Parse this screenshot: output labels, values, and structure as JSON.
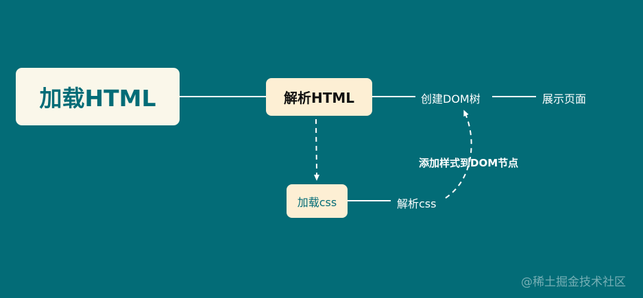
{
  "nodes": {
    "load_html": "加载HTML",
    "parse_html": "解析HTML",
    "create_dom": "创建DOM树",
    "show_page": "展示页面",
    "load_css": "加载css",
    "parse_css": "解析css"
  },
  "edge_label": "添加样式到DOM节点",
  "watermark": "@稀土掘金技术社区",
  "colors": {
    "background": "#036c77",
    "root_fill": "#faf7ea",
    "node_fill": "#fdefd4",
    "root_text": "#036c77",
    "line": "#ffffff"
  }
}
